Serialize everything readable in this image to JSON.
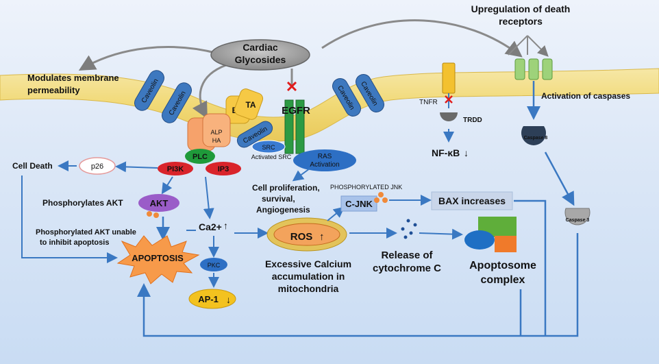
{
  "cardiac_glycosides": [
    "Cardiac",
    "Glycosides"
  ],
  "upregulation": [
    "Upregulation of death",
    "receptors"
  ],
  "modulates": [
    "Modulates membrane",
    "permeability"
  ],
  "caveolin": "Caveolin",
  "be": "BE",
  "ta": "TA",
  "alp": "ALP",
  "ha": "HA",
  "plc": "PLC",
  "pi3k": "PI3K",
  "ip3": "IP3",
  "egfr": "EGFR",
  "src": "SRC",
  "activated_src": "Activated SRC",
  "ras": [
    "RAS",
    "Activation"
  ],
  "tnfr": "TNFR",
  "trdd": "TRDD",
  "nfkb": "NF-κB",
  "activation_caspases": "Activation of caspases",
  "caspase8": "Caspase 8",
  "caspase3": "Caspase 3",
  "cell_death": "Cell Death",
  "p26": "p26",
  "akt": "AKT",
  "phosphorylates_akt": "Phosphorylates AKT",
  "phospho_akt_unable": [
    "Phosphorylated AKT unable",
    "to inhibit apoptosis"
  ],
  "apoptosis": "APOPTOSIS",
  "ca2": "Ca2+",
  "pkc": "PKC",
  "ap1": "AP-1",
  "cell_prolif": [
    "Cell proliferation,",
    "survival,",
    "Angiogenesis"
  ],
  "phospho_jnk": "PHOSPHORYLATED JNK",
  "cjnk": "C-JNK",
  "bax": "BAX increases",
  "ros": "ROS",
  "excessive_calcium": [
    "Excessive Calcium",
    "accumulation in",
    "mitochondria"
  ],
  "release_cytc": [
    "Release of",
    "cytochrome C"
  ],
  "apoptosome": [
    "Apoptosome",
    "complex"
  ]
}
